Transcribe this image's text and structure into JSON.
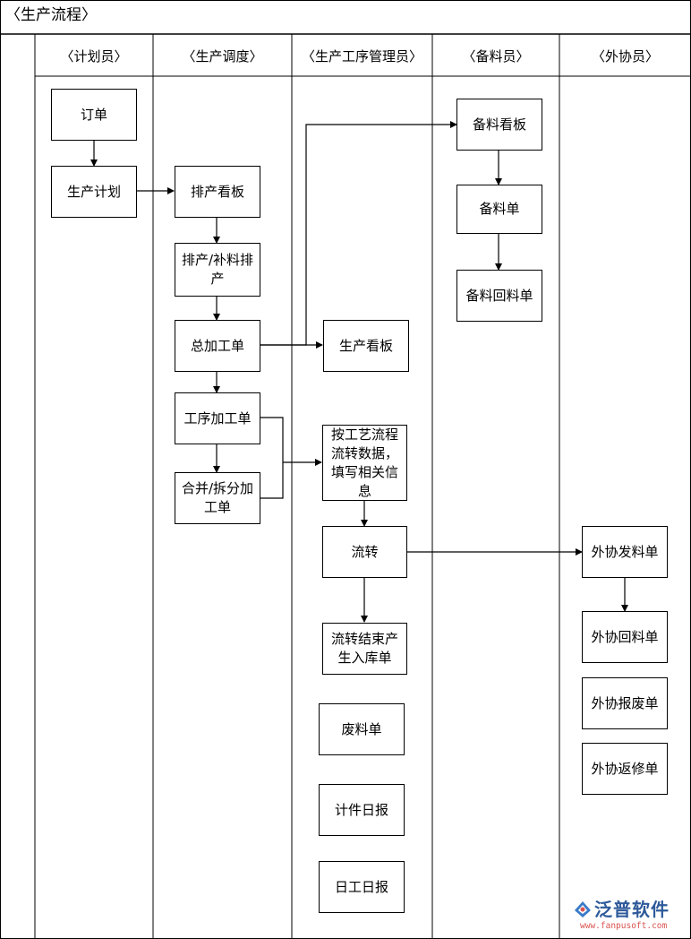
{
  "title": "〈生产流程〉",
  "lanes": [
    {
      "label": "〈计划员〉"
    },
    {
      "label": "〈生产调度〉"
    },
    {
      "label": "〈生产工序管理员〉"
    },
    {
      "label": "〈备料员〉"
    },
    {
      "label": "〈外协员〉"
    }
  ],
  "boxes": {
    "order": "订单",
    "production_plan": "生产计划",
    "schedule_board": "排产看板",
    "schedule_supplement": "排产/补料排产",
    "total_work_order": "总加工单",
    "process_work_order": "工序加工单",
    "merge_split_order": "合并/拆分加工单",
    "prep_board": "备料看板",
    "prep_order": "备料单",
    "prep_return_order": "备料回料单",
    "production_board": "生产看板",
    "fill_info": "按工艺流程流转数据，填写相关信息",
    "transfer": "流转",
    "transfer_end_stock_in": "流转结束产生入库单",
    "scrap_order": "废料单",
    "piece_daily_report": "计件日报",
    "work_daily_report": "日工日报",
    "outsource_issue": "外协发料单",
    "outsource_return": "外协回料单",
    "outsource_scrap": "外协报废单",
    "outsource_rework": "外协返修单"
  },
  "logo": {
    "name": "泛普软件",
    "url": "www.fanpusoft.com",
    "colors": {
      "text": "#2e5a9a",
      "url": "#d9534f",
      "mark": "#3a7bc8"
    }
  },
  "colors": {
    "line": "#000000",
    "background": "#ffffff"
  }
}
